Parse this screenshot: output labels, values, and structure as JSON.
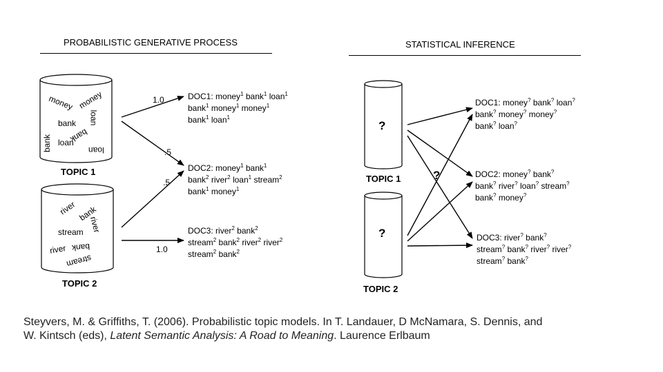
{
  "left_panel": {
    "title": "PROBABILISTIC GENERATIVE PROCESS",
    "topic1_label": "TOPIC 1",
    "topic2_label": "TOPIC 2",
    "topic1_words": [
      "money",
      "money",
      "loan",
      "bank",
      "bank",
      "loan",
      "bank",
      "loan"
    ],
    "topic2_words": [
      "river",
      "bank",
      "stream",
      "river",
      "river",
      "bank",
      "stream"
    ],
    "edge_probs": [
      "1.0",
      ".5",
      ".5",
      "1.0"
    ],
    "docs": [
      {
        "name": "DOC1:",
        "lines": [
          [
            [
              "money",
              "1"
            ],
            [
              "bank",
              "1"
            ],
            [
              "loan",
              "1"
            ]
          ],
          [
            [
              "bank",
              "1"
            ],
            [
              "money",
              "1"
            ],
            [
              "money",
              "1"
            ]
          ],
          [
            [
              "bank",
              "1"
            ],
            [
              "loan",
              "1"
            ]
          ]
        ]
      },
      {
        "name": "DOC2:",
        "lines": [
          [
            [
              "money",
              "1"
            ],
            [
              "bank",
              "1"
            ]
          ],
          [
            [
              "bank",
              "2"
            ],
            [
              "river",
              "2"
            ],
            [
              "loan",
              "1"
            ],
            [
              "stream",
              "2"
            ]
          ],
          [
            [
              "bank",
              "1"
            ],
            [
              "money",
              "1"
            ]
          ]
        ]
      },
      {
        "name": "DOC3:",
        "lines": [
          [
            [
              "river",
              "2"
            ],
            [
              "bank",
              "2"
            ]
          ],
          [
            [
              "stream",
              "2"
            ],
            [
              "bank",
              "2"
            ],
            [
              "river",
              "2"
            ],
            [
              "river",
              "2"
            ]
          ],
          [
            [
              "stream",
              "2"
            ],
            [
              "bank",
              "2"
            ]
          ]
        ]
      }
    ]
  },
  "right_panel": {
    "title": "STATISTICAL INFERENCE",
    "topic1_label": "TOPIC 1",
    "topic2_label": "TOPIC 2",
    "unknown_mark": "?",
    "docs": [
      {
        "name": "DOC1:",
        "lines": [
          [
            [
              "money",
              "?"
            ],
            [
              "bank",
              "?"
            ],
            [
              "loan",
              "?"
            ]
          ],
          [
            [
              "bank",
              "?"
            ],
            [
              "money",
              "?"
            ],
            [
              "money",
              "?"
            ]
          ],
          [
            [
              "bank",
              "?"
            ],
            [
              "loan",
              "?"
            ]
          ]
        ]
      },
      {
        "name": "DOC2:",
        "lines": [
          [
            [
              "money",
              "?"
            ],
            [
              "bank",
              "?"
            ]
          ],
          [
            [
              "bank",
              "?"
            ],
            [
              "river",
              "?"
            ],
            [
              "loan",
              "?"
            ],
            [
              "stream",
              "?"
            ]
          ],
          [
            [
              "bank",
              "?"
            ],
            [
              "money",
              "?"
            ]
          ]
        ]
      },
      {
        "name": "DOC3:",
        "lines": [
          [
            [
              "river",
              "?"
            ],
            [
              "bank",
              "?"
            ]
          ],
          [
            [
              "stream",
              "?"
            ],
            [
              "bank",
              "?"
            ],
            [
              "river",
              "?"
            ],
            [
              "river",
              "?"
            ]
          ],
          [
            [
              "stream",
              "?"
            ],
            [
              "bank",
              "?"
            ]
          ]
        ]
      }
    ]
  },
  "citation": {
    "part1": "Steyvers, M. & Griffiths, T. (2006). Probabilistic topic models. In T. Landauer, D McNamara, S. Dennis, and W. Kintsch (eds), ",
    "book_title": "Latent Semantic Analysis: A Road to Meaning",
    "part2": ". Laurence Erlbaum"
  }
}
